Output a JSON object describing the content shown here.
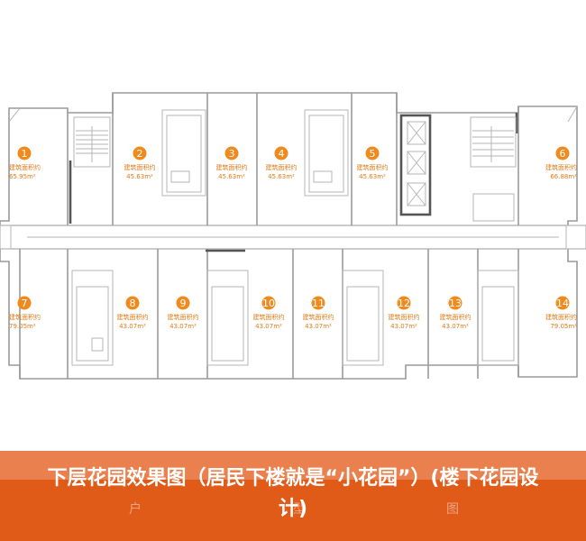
{
  "units": [
    {
      "num": "1",
      "label": "建筑面积约",
      "area": "65.95m²"
    },
    {
      "num": "2",
      "label": "建筑面积约",
      "area": "45.63m²"
    },
    {
      "num": "3",
      "label": "建筑面积约",
      "area": "45.63m²"
    },
    {
      "num": "4",
      "label": "建筑面积约",
      "area": "45.63m²"
    },
    {
      "num": "5",
      "label": "建筑面积约",
      "area": "45.63m²"
    },
    {
      "num": "6",
      "label": "建筑面积约",
      "area": "66.88m²"
    },
    {
      "num": "7",
      "label": "建筑面积约",
      "area": "79.05m²"
    },
    {
      "num": "8",
      "label": "建筑面积约",
      "area": "43.07m²"
    },
    {
      "num": "9",
      "label": "建筑面积约",
      "area": "43.07m²"
    },
    {
      "num": "10",
      "label": "建筑面积约",
      "area": "43.07m²"
    },
    {
      "num": "11",
      "label": "建筑面积约",
      "area": "43.07m²"
    },
    {
      "num": "12",
      "label": "建筑面积约",
      "area": "43.07m²"
    },
    {
      "num": "13",
      "label": "建筑面积约",
      "area": "43.07m²"
    },
    {
      "num": "14",
      "label": "建筑面积约",
      "area": "79.05m²"
    }
  ],
  "banner": {
    "caption": "下层花园效果图（居民下楼就是“小花园”）(楼下花园设计)",
    "under_text": [
      "户",
      "型",
      "图"
    ]
  },
  "colors": {
    "accent": "#f08a1c",
    "banner": "#e05a18"
  }
}
